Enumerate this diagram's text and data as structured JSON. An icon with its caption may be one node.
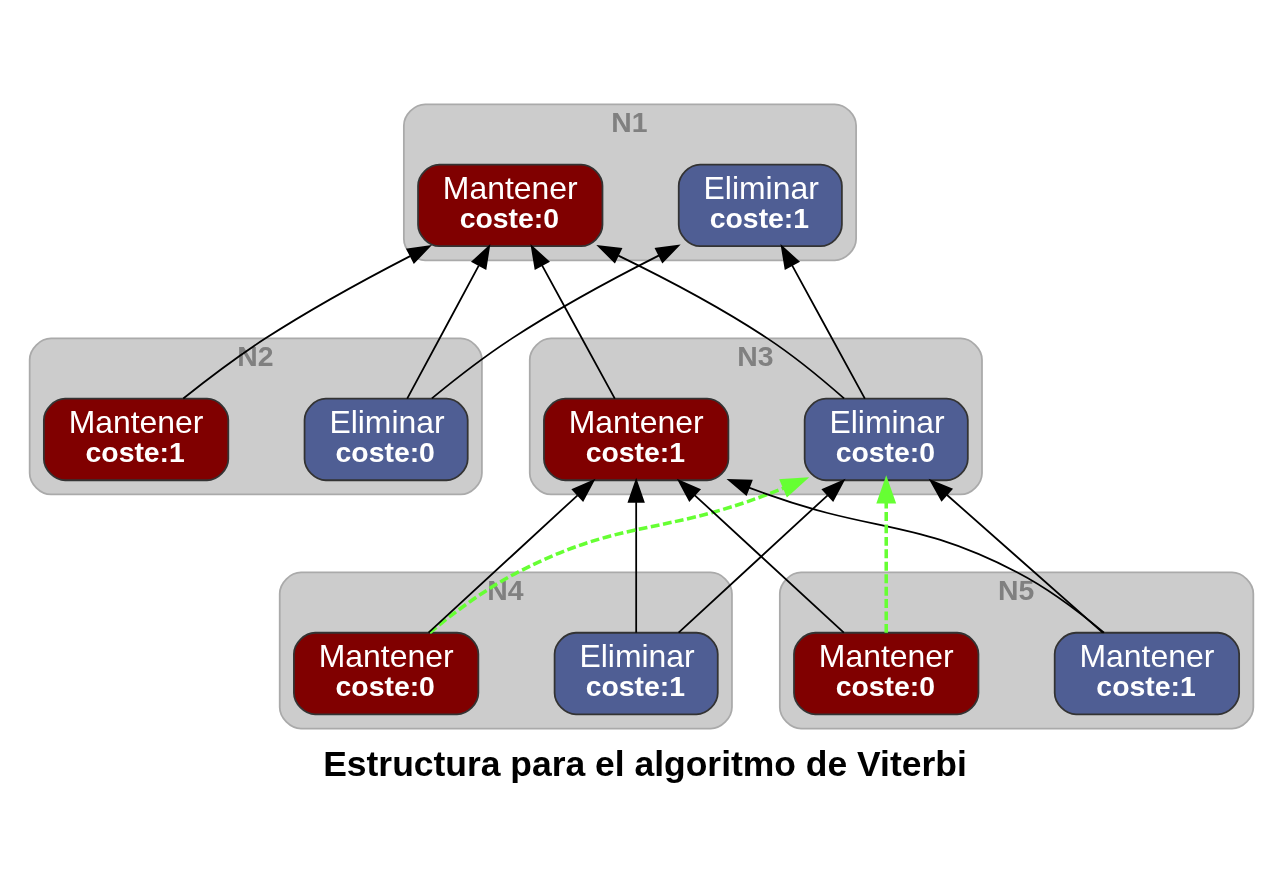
{
  "diagram": {
    "caption": "Estructura para el algoritmo de Viterbi",
    "nodes": [
      {
        "text": [
          "N1"
        ]
      },
      {
        "text": [
          "Eliminar",
          "coste:1"
        ],
        "in": 0
      },
      {
        "text": [
          "Mantener",
          "coste:0"
        ],
        "in": 0
      },
      {
        "text": [
          "N2"
        ]
      },
      {
        "text": [
          "Eliminar",
          "coste:0"
        ],
        "in": 3
      },
      {
        "text": [
          "Mantener",
          "coste:1"
        ],
        "in": 3
      },
      {
        "text": [
          "N3"
        ]
      },
      {
        "text": [
          "Eliminar",
          "coste:0"
        ],
        "in": 6
      },
      {
        "text": [
          "Mantener",
          "coste:1"
        ],
        "in": 6
      },
      {
        "text": [
          "N4"
        ]
      },
      {
        "text": [
          "Eliminar",
          "coste:1"
        ],
        "in": 9
      },
      {
        "text": [
          "Mantener",
          "coste:0"
        ],
        "in": 9
      },
      {
        "text": [
          "N5"
        ]
      },
      {
        "text": [
          "Mantener",
          "coste:1"
        ],
        "in": 12
      },
      {
        "text": [
          "Mantener",
          "coste:0"
        ],
        "in": 12
      }
    ],
    "edges": [
      {
        "from": 4,
        "to": 1,
        "arrow": "to"
      },
      {
        "from": 4,
        "to": 2,
        "arrow": "to"
      },
      {
        "from": 5,
        "to": 2,
        "arrow": "to"
      },
      {
        "from": 7,
        "to": 1,
        "arrow": "to"
      },
      {
        "from": 7,
        "to": 2,
        "arrow": "to"
      },
      {
        "from": 8,
        "to": 2,
        "arrow": "to"
      },
      {
        "from": 10,
        "to": 7,
        "arrow": "to"
      },
      {
        "from": 10,
        "to": 8,
        "arrow": "to"
      },
      {
        "from": 11,
        "to": 7,
        "arrow": "to",
        "style": "dashed",
        "color": "#66ff33"
      },
      {
        "from": 11,
        "to": 8,
        "arrow": "to"
      },
      {
        "from": 13,
        "to": 7,
        "arrow": "to"
      },
      {
        "from": 13,
        "to": 8,
        "arrow": "to"
      },
      {
        "from": 14,
        "to": 7,
        "arrow": "to",
        "style": "dashed",
        "color": "#66ff33"
      },
      {
        "from": 14,
        "to": 8,
        "arrow": "to"
      }
    ]
  }
}
